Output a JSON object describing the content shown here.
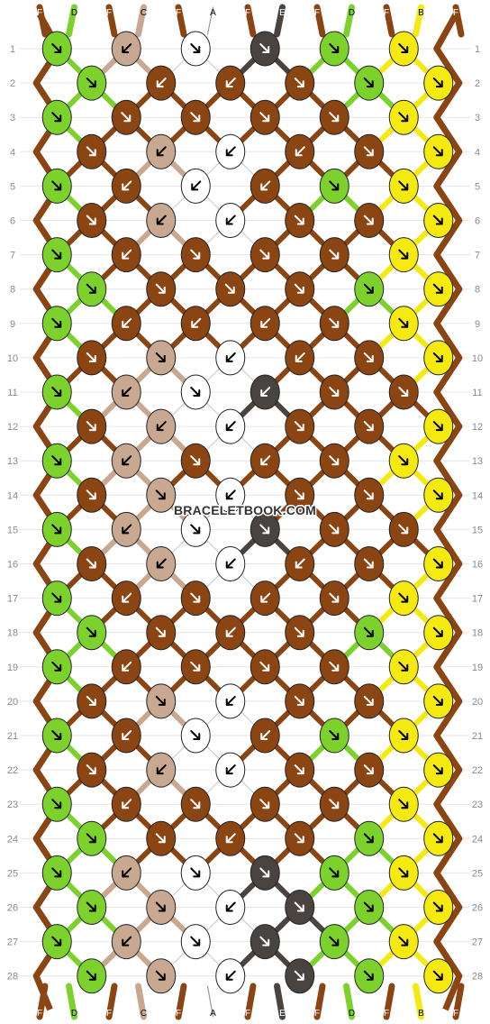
{
  "watermark": "BRACELETBOOK.COM",
  "strands": [
    "F",
    "D",
    "F",
    "C",
    "F",
    "A",
    "F",
    "E",
    "F",
    "D",
    "F",
    "B",
    "F"
  ],
  "colors": {
    "F": "#8B4513",
    "D": "#7CD12C",
    "C": "#C8A890",
    "A": "#FFFFFF",
    "E": "#4A4440",
    "B": "#F5EA10"
  },
  "row_count": 28,
  "rows": [
    "D/C/A/E/D/B",
    "D/F/F/F/D/B",
    "D/F/F/F/F/B",
    "F/C/A/F/F/B",
    "D/F/A/F/D/B",
    "F/C/A/F/F/B",
    "D/F/F/F/F/B",
    "D/F/F/F/D/B",
    "D/F/F/F/F/B",
    "F/C/A/F/F/B",
    "D/C/A/E/F/F",
    "F/C/A/F/F/B",
    "D/C/F/F/F/B",
    "F/C/A/F/F/B",
    "D/C/A/E/F/F",
    "F/C/A/F/F/B",
    "D/F/F/F/F/B",
    "D/F/F/F/D/B",
    "D/F/F/F/F/B",
    "F/C/A/F/F/B",
    "D/F/A/F/D/B",
    "F/C/A/F/F/B",
    "D/F/F/F/F/B",
    "D/F/F/F/D/B",
    "D/C/A/E/D/B",
    "D/C/A/E/D/B",
    "D/C/A/E/D/B",
    "D/C/A/E/D/B"
  ],
  "knot_arrows": [
    "br/bl/br/br/br/br",
    "br/bl/bl/br/br/br",
    "br/br/br/br/br/br",
    "br/bl/bl/bl/br/br",
    "br/bl/bl/bl/br/br",
    "br/bl/bl/br/br/br",
    "br/bl/br/br/br/br",
    "br/br/br/br/br/br",
    "br/bl/bl/bl/br/br",
    "br/br/bl/bl/br/br",
    "br/bl/br/bl/br/br",
    "br/bl/bl/br/br/br",
    "br/bl/br/bl/br/br",
    "br/br/bl/br/br/br",
    "br/bl/br/br/br/br",
    "br/bl/bl/bl/br/br",
    "br/bl/br/bl/br/br",
    "br/br/bl/br/br/br",
    "br/bl/br/br/br/br",
    "br/br/bl/br/br/br",
    "br/bl/br/bl/br/br",
    "br/bl/bl/br/br/br",
    "br/bl/br/br/br/br",
    "br/br/bl/br/br/br",
    "br/bl/br/br/br/br",
    "br/br/bl/br/br/br",
    "br/bl/br/br/br/br",
    "br/br/bl/br/br/br"
  ]
}
